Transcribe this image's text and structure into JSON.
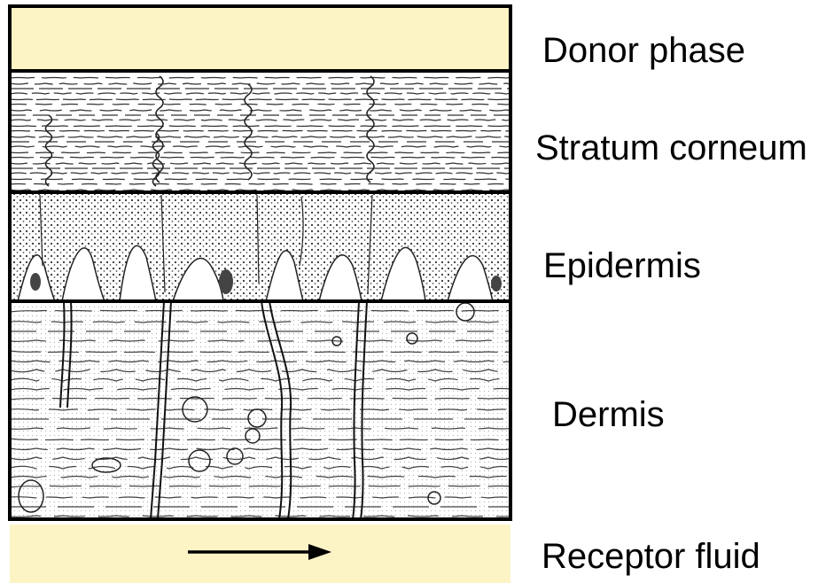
{
  "diagram": {
    "layers": [
      {
        "key": "donor",
        "label": "Donor phase"
      },
      {
        "key": "stratum",
        "label": "Stratum corneum"
      },
      {
        "key": "epidermis",
        "label": "Epidermis"
      },
      {
        "key": "dermis",
        "label": "Dermis"
      },
      {
        "key": "receptor",
        "label": "Receptor fluid"
      }
    ],
    "colors": {
      "donor_fill": "#fdf4c6",
      "receptor_fill": "#fdf4c6",
      "outline": "#000000",
      "tissue_ink": "#2a2a2a",
      "tissue_bg": "#ffffff"
    }
  }
}
